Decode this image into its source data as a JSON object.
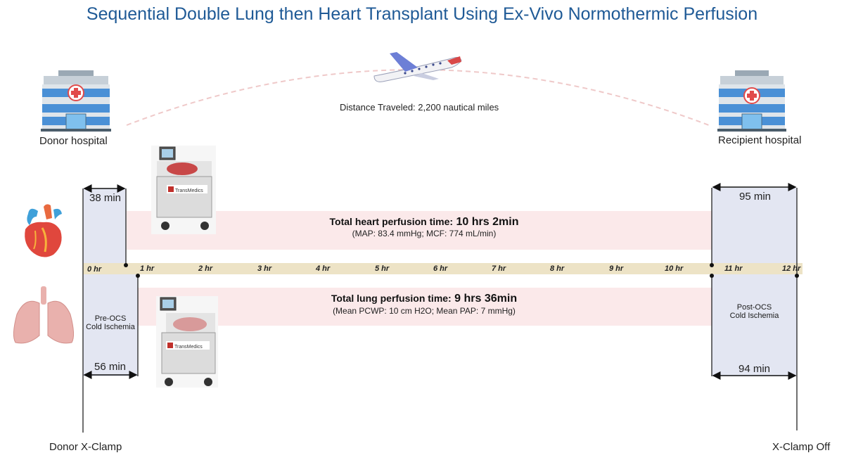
{
  "title": "Sequential Double Lung then Heart Transplant Using Ex-Vivo Normothermic Perfusion",
  "donor_hospital": "Donor hospital",
  "recipient_hospital": "Recipient hospital",
  "distance": "Distance Traveled: 2,200 nautical miles",
  "heart": {
    "title_prefix": "Total heart perfusion time:",
    "title_value": "10 hrs 2min",
    "subtitle": "(MAP: 83.4 mmHg;  MCF: 774 mL/min)",
    "pre_time": "38 min",
    "post_time": "95 min"
  },
  "lung": {
    "title_prefix": "Total lung perfusion time:",
    "title_value": "9 hrs 36min",
    "subtitle": "(Mean PCWP: 10 cm H2O;   Mean PAP: 7 mmHg)",
    "pre_time": "56 min",
    "post_time": "94 min",
    "pre_label_1": "Pre-OCS",
    "pre_label_2": "Cold Ischemia",
    "post_label_1": "Post-OCS",
    "post_label_2": "Cold Ischemia"
  },
  "device_brand": "TransMedics",
  "timeline_ticks": [
    "0 hr",
    "1 hr",
    "2 hr",
    "3 hr",
    "4 hr",
    "5 hr",
    "6 hr",
    "7 hr",
    "8 hr",
    "9 hr",
    "10 hr",
    "11 hr",
    "12 hr"
  ],
  "donor_xclamp": "Donor X-Clamp",
  "xclamp_off": "X-Clamp Off",
  "colors": {
    "title": "#1f5a96",
    "timeline": "#ede3c6",
    "perfusion_band": "#fbe9ea",
    "ischemia_box": "#e3e6f2",
    "flight_path": "#efc9c9"
  },
  "icons": [
    "hospital-icon",
    "airplane-icon",
    "heart-icon",
    "lungs-icon",
    "ocs-device-icon"
  ]
}
